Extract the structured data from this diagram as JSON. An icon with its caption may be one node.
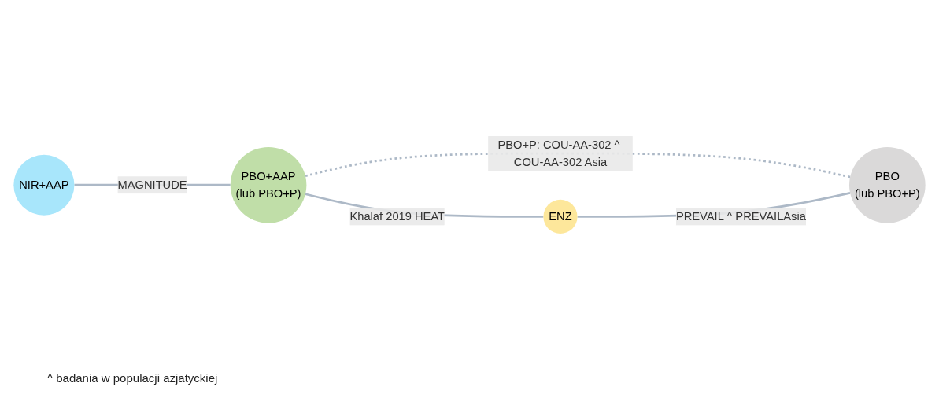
{
  "diagram": {
    "nodes": [
      {
        "text": [
          "NIR+AAP"
        ]
      },
      {
        "text": [
          "PBO+AAP",
          "(lub PBO+P)"
        ]
      },
      {
        "text": [
          "ENZ"
        ]
      },
      {
        "text": [
          "PBO",
          "(lub PBO+P)"
        ]
      }
    ],
    "edges": [
      {
        "from": 0,
        "to": 1,
        "arrow": "none",
        "label": "MAGNITUDE"
      },
      {
        "from": 1,
        "to": 2,
        "arrow": "none",
        "label": "Khalaf 2019 HEAT"
      },
      {
        "from": 1,
        "to": 3,
        "arrow": "none",
        "label": "PBO+P: COU-AA-302 ^ COU-AA-302 Asia",
        "style": "dashed"
      },
      {
        "from": 2,
        "to": 3,
        "arrow": "none",
        "label": "PREVAIL ^ PREVAILAsia"
      }
    ],
    "labels": [
      "^ badania w populacji azjatyckiej"
    ]
  }
}
